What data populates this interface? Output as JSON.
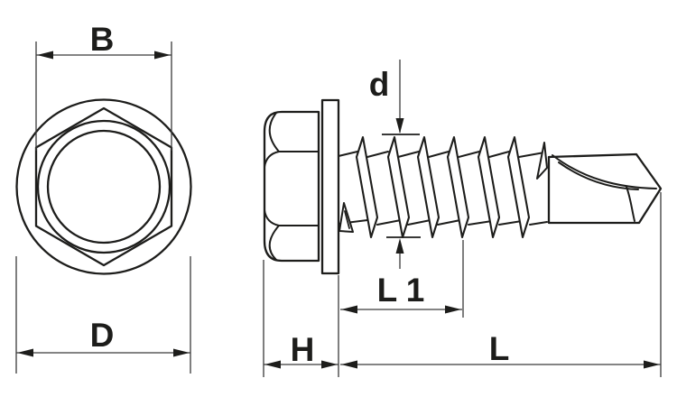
{
  "dimension_labels": {
    "head_width_across_flats": "B",
    "flange_diameter": "D",
    "thread_diameter": "d",
    "thread_length": "L 1",
    "head_height": "H",
    "total_length": "L"
  },
  "colors": {
    "background": "#ffffff",
    "outline": "#1d1d1b",
    "dimension_line": "#3a3a3a"
  }
}
